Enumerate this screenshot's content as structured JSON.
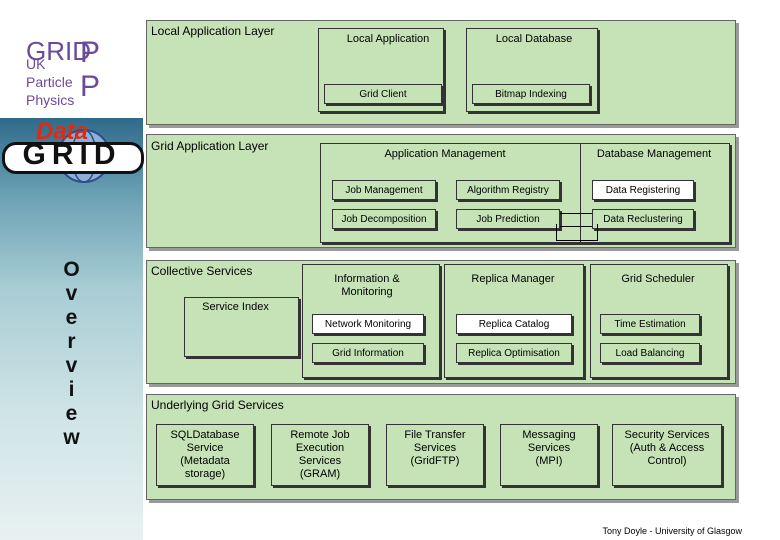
{
  "gridpp_logo": {
    "grid": "GRID",
    "uk": "UK",
    "particle": "Particle",
    "physics": "Physics",
    "pp": "PP"
  },
  "datagrid_logo": {
    "data": "Data",
    "grid": "GRID"
  },
  "overview_letters": [
    "O",
    "v",
    "e",
    "r",
    "v",
    "i",
    "e",
    "w"
  ],
  "local_layer": {
    "title": "Local Application Layer",
    "local_app": "Local Application",
    "local_db": "Local Database",
    "grid_client": "Grid Client",
    "bitmap": "Bitmap Indexing"
  },
  "grid_layer": {
    "title": "Grid Application Layer",
    "app_mgmt": "Application Management",
    "db_mgmt": "Database Management",
    "job_mgmt": "Job Management",
    "algo_registry": "Algorithm Registry",
    "data_registering": "Data Registering",
    "job_decomp": "Job Decomposition",
    "job_prediction": "Job Prediction",
    "data_reclustering": "Data Reclustering"
  },
  "collective": {
    "title": "Collective Services",
    "service_index": "Service Index",
    "info_mon_1": "Information &",
    "info_mon_2": "Monitoring",
    "replica_mgr": "Replica Manager",
    "grid_scheduler": "Grid Scheduler",
    "network_mon": "Network Monitoring",
    "replica_catalog": "Replica Catalog",
    "time_est": "Time Estimation",
    "grid_info": "Grid Information",
    "replica_opt": "Replica Optimisation",
    "load_bal": "Load Balancing"
  },
  "underlying": {
    "title": "Underlying Grid Services",
    "sql": [
      "SQLDatabase",
      "Service",
      "(Metadata",
      "storage)"
    ],
    "remote": [
      "Remote Job",
      "Execution",
      "Services",
      "(GRAM)"
    ],
    "filetransfer": [
      "File Transfer",
      "Services",
      "(GridFTP)"
    ],
    "messaging": [
      "Messaging",
      "Services",
      "(MPI)"
    ],
    "security": [
      "Security Services",
      "(Auth & Access",
      "Control)"
    ]
  },
  "footer": "Tony Doyle - University of Glasgow",
  "colors": {
    "panel": "#c6e3b7",
    "sidebar_top": "#2f6a8a",
    "gridpp_purple": "#5a3d8a",
    "datagrid_red": "#e02a10"
  }
}
